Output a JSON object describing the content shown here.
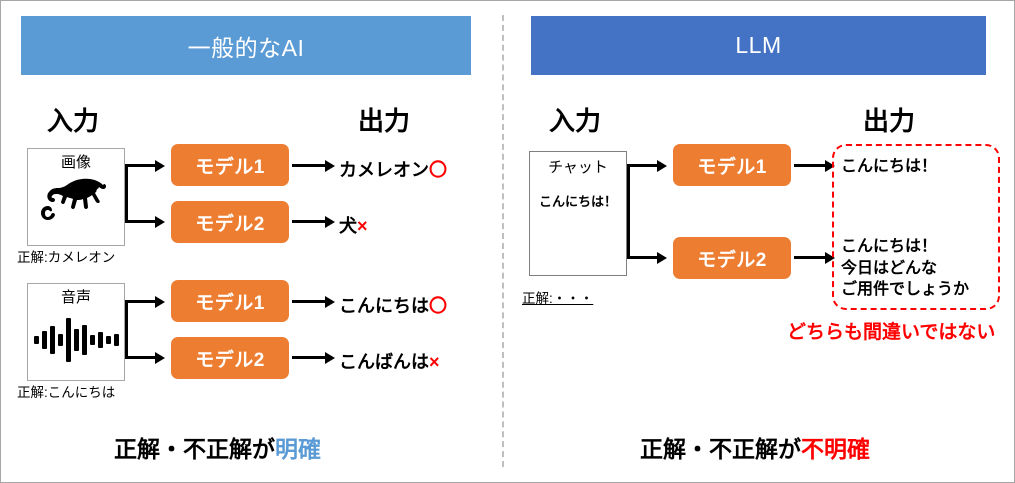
{
  "headers": {
    "general_ai": "一般的なAI",
    "llm": "LLM",
    "general_ai_color": "#5B9BD5",
    "llm_color": "#4472C4"
  },
  "labels": {
    "input": "入力",
    "output": "出力"
  },
  "left_panel": {
    "inputs": [
      {
        "title": "画像",
        "icon": "chameleon-silhouette",
        "ground_truth": "正解:カメレオン"
      },
      {
        "title": "音声",
        "icon": "audio-waveform",
        "ground_truth": "正解:こんにちは"
      }
    ],
    "models": [
      "モデル1",
      "モデル2",
      "モデル1",
      "モデル2"
    ],
    "outputs": [
      {
        "text": "カメレオン",
        "mark": "〇",
        "mark_type": "correct"
      },
      {
        "text": "犬",
        "mark": "×",
        "mark_type": "incorrect"
      },
      {
        "text": "こんにちは",
        "mark": "〇",
        "mark_type": "correct"
      },
      {
        "text": "こんばんは",
        "mark": "×",
        "mark_type": "incorrect"
      }
    ],
    "caption_prefix": "正解・不正解が",
    "caption_highlight": "明確"
  },
  "right_panel": {
    "input": {
      "title": "チャット",
      "message": "こんにちは！",
      "ground_truth": "正解:・・・"
    },
    "models": [
      "モデル1",
      "モデル2"
    ],
    "outputs": [
      "こんにちは！",
      "こんにちは！\n今日はどんな\nご用件でしょうか"
    ],
    "note": "どちらも間違いではない",
    "caption_prefix": "正解・不正解が",
    "caption_highlight": "不明確"
  },
  "colors": {
    "model_box": "#ED7D31",
    "mark_correct": "#FF0000",
    "mark_incorrect": "#FF0000",
    "highlight_blue": "#5B9BD5",
    "highlight_red": "#FF0000",
    "divider": "#BFBFBF"
  }
}
